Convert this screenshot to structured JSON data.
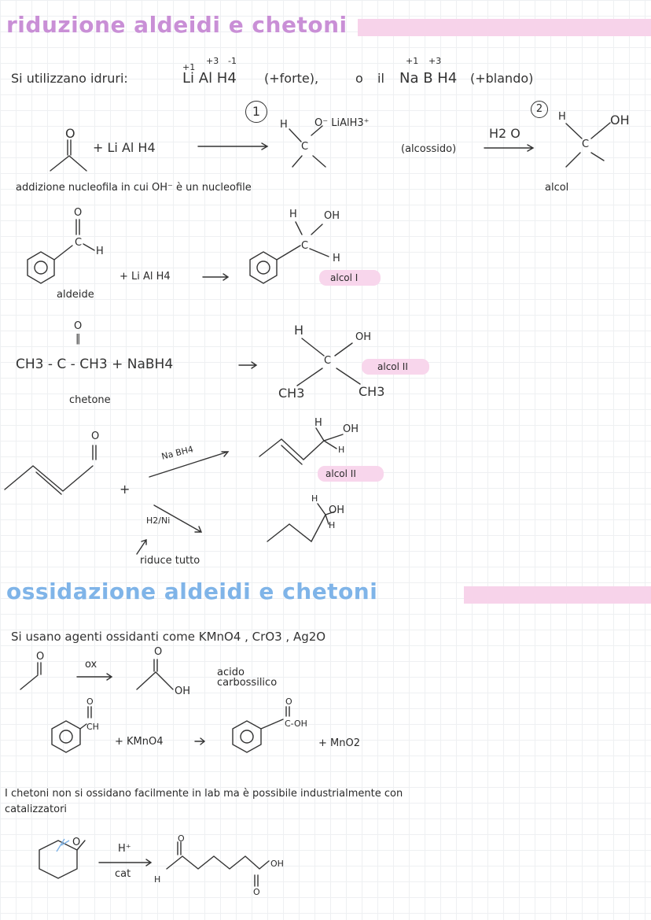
{
  "colors": {
    "title_riduzione": "#c98fd6",
    "title_ossidazione": "#7fb4e8",
    "highlight": "#f7d3ea"
  },
  "section1": {
    "title": "riduzione aldeidi e chetoni",
    "intro_prefix": "Si utilizzano idruri:",
    "lialh4_ox": {
      "li": "+1",
      "al": "+3",
      "h": "-1"
    },
    "lialh4_formula": "Li Al H4",
    "strong": "(+forte),",
    "or": "o",
    "il": "il",
    "nabh4_ox": {
      "na": "+1",
      "b": "+3"
    },
    "nabh4_formula": "Na B H4",
    "mild": "(+blando)",
    "step1": "1",
    "step2": "2",
    "reaction1": {
      "carbonyl_o": "O",
      "plus_reagent": "+ Li Al H4",
      "intermediate_h": "H",
      "intermediate_group": "O⁻ LiAlH3⁺",
      "intermediate_c": "C",
      "alkoxide": "(alcossido)",
      "water": "H2 O",
      "product_h": "H",
      "product_oh": "OH",
      "product_c": "C",
      "product_label": "alcol"
    },
    "nucleophilic_note": "addizione nucleofila in cui OH⁻ è un nucleofile",
    "reaction2": {
      "aldehyde_o": "O",
      "aldehyde_c": "C",
      "aldehyde_h": "H",
      "aldehyde_label": "aldeide",
      "reagent": "+ Li Al H4",
      "product_h": "H",
      "product_oh": "OH",
      "product_c": "C",
      "product_h2": "H",
      "product_label": "alcol I"
    },
    "reaction3": {
      "ketone_o": "O",
      "ketone_formula": "CH3 - C - CH3 + NaBH4",
      "ketone_label": "chetone",
      "product_h": "H",
      "product_oh": "OH",
      "product_c": "C",
      "product_ch3_left": "CH3",
      "product_ch3_right": "CH3",
      "product_label": "alcol II"
    },
    "reaction4": {
      "enal_o": "O",
      "plus": "+",
      "reagent_top": "Na BH4",
      "reagent_bottom": "H2/Ni",
      "product_top_h": "H",
      "product_top_oh": "OH",
      "product_top_h2": "H",
      "product_top_label": "alcol II",
      "product_bottom_h": "H",
      "product_bottom_oh": "OH",
      "product_bottom_h2": "H",
      "note": "riduce tutto"
    }
  },
  "section2": {
    "title": "ossidazione aldeidi e chetoni",
    "agents": "Si usano agenti ossidanti come KMnO4 , CrO3 , Ag2O",
    "reaction1": {
      "o1": "O",
      "ox": "ox",
      "o2": "O",
      "oh": "OH",
      "label": "acido carbossilico"
    },
    "reaction2": {
      "o1": "O",
      "ch": "CH",
      "reagent": "+ KMnO4",
      "o2": "O",
      "coh": "C-OH",
      "byproduct": "+ MnO2"
    },
    "ketone_note_line1": "I chetoni non si ossidano facilmente in lab ma è possibile industrialmente con",
    "ketone_note_line2": "catalizzatori",
    "reaction3": {
      "o_ring": "O",
      "h_plus": "H⁺",
      "cat": "cat",
      "o_chain": "O",
      "h_chain": "H",
      "oh_chain": "OH",
      "o_bottom": "O"
    }
  }
}
